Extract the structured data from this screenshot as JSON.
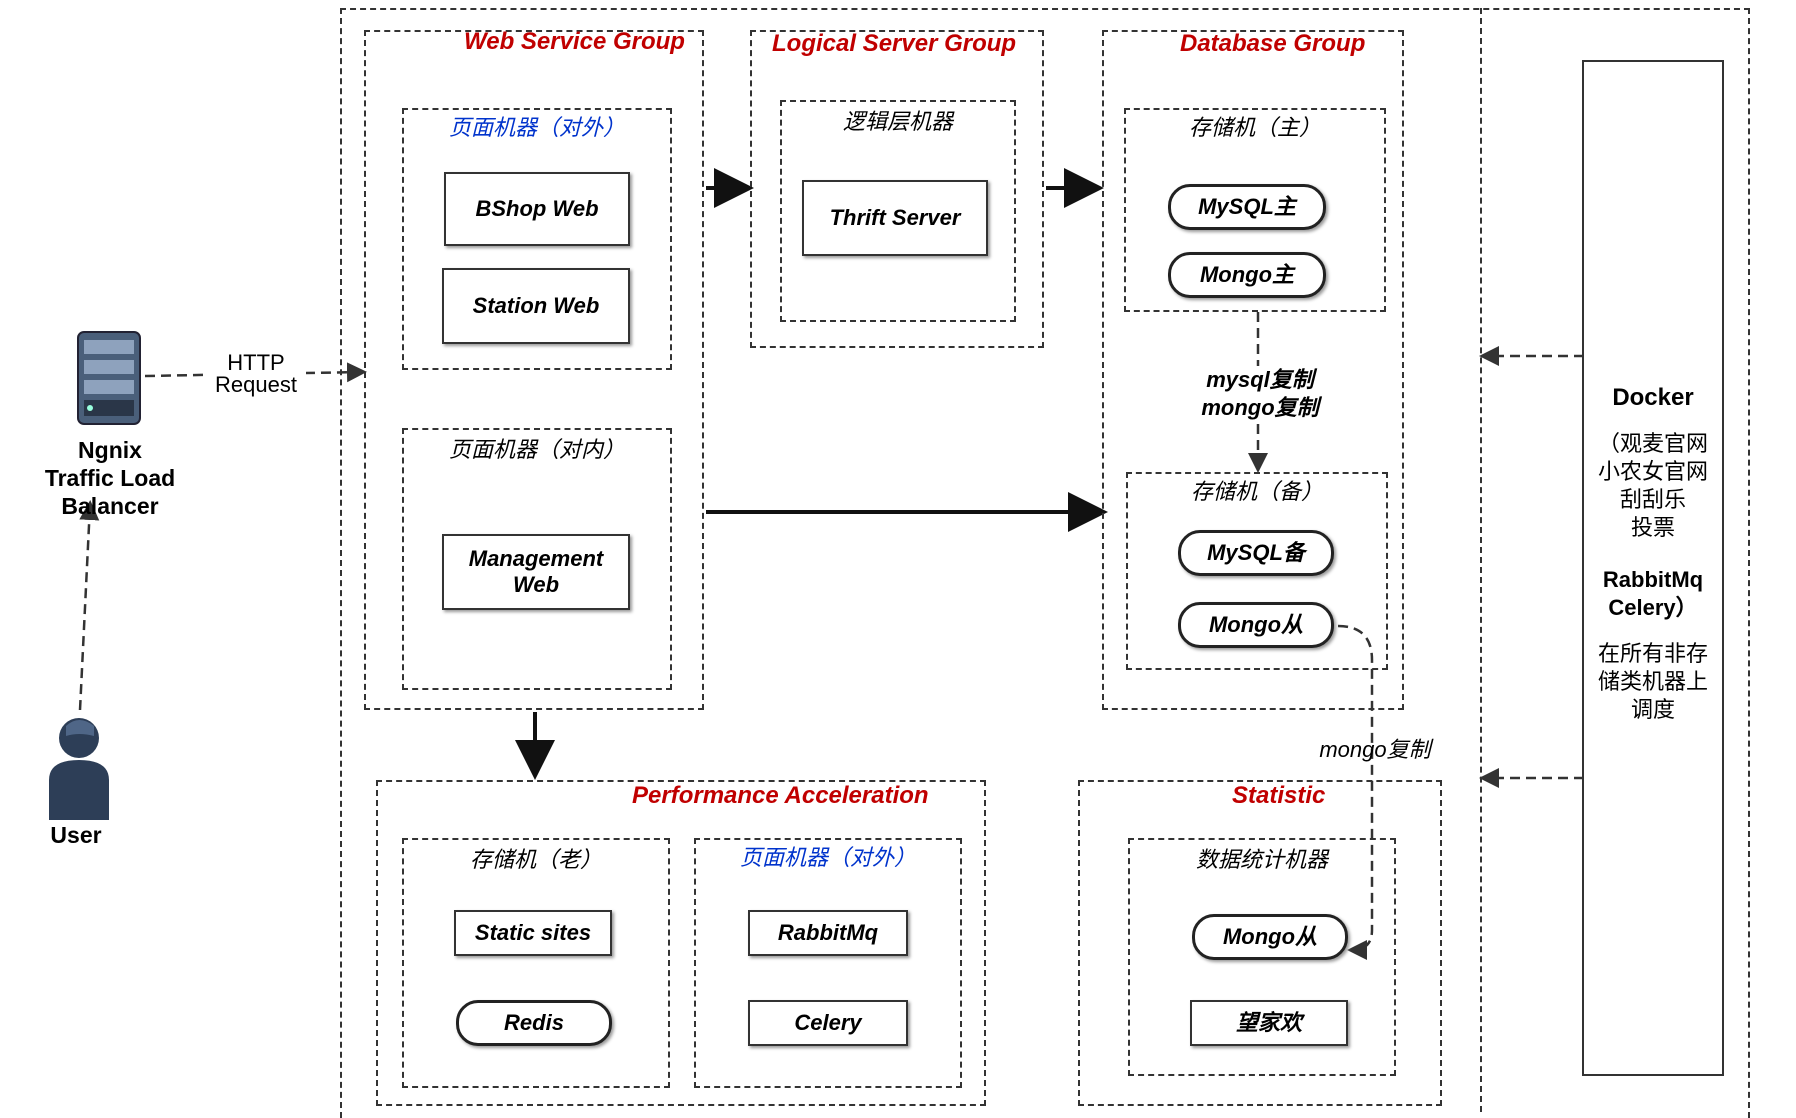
{
  "lb": {
    "line1": "Ngnix",
    "line2": "Traffic Load",
    "line3": "Balancer"
  },
  "user": {
    "label": "User"
  },
  "http": {
    "line1": "HTTP",
    "line2": "Request"
  },
  "web_group": {
    "title": "Web Service Group",
    "external": {
      "title": "页面机器（对外）",
      "items": [
        "BShop Web",
        "Station Web"
      ]
    },
    "internal": {
      "title": "页面机器（对内）",
      "item_line1": "Management",
      "item_line2": "Web"
    }
  },
  "logic_group": {
    "title": "Logical Server Group",
    "sub_title": "逻辑层机器",
    "item": "Thrift Server"
  },
  "db_group": {
    "title": "Database Group",
    "master": {
      "title": "存储机（主）",
      "items": [
        "MySQL主",
        "Mongo主"
      ]
    },
    "replication": {
      "line1": "mysql复制",
      "line2": "mongo复制"
    },
    "backup": {
      "title": "存储机（备）",
      "items": [
        "MySQL备",
        "Mongo从"
      ]
    }
  },
  "mongo_repl_label": "mongo复制",
  "perf": {
    "title": "Performance Acceleration",
    "old": {
      "title": "存储机（老）",
      "items": [
        "Static sites",
        "Redis"
      ]
    },
    "ext": {
      "title": "页面机器（对外）",
      "items": [
        "RabbitMq",
        "Celery"
      ]
    }
  },
  "stat": {
    "title": "Statistic",
    "sub_title": "数据统计机器",
    "items": [
      "Mongo从",
      "望家欢"
    ]
  },
  "docker": {
    "title": "Docker",
    "lines": [
      "（观麦官网",
      "小农女官网",
      "刮刮乐",
      "投票"
    ],
    "lines2": [
      "RabbitMq",
      "Celery）"
    ],
    "lines3": [
      "在所有非存",
      "储类机器上",
      "调度"
    ]
  },
  "colors": {
    "group_title": "#c00000",
    "sub_title_blue": "#0033cc",
    "border": "#333333"
  },
  "icons": {
    "server": "server-icon",
    "user": "user-icon"
  }
}
